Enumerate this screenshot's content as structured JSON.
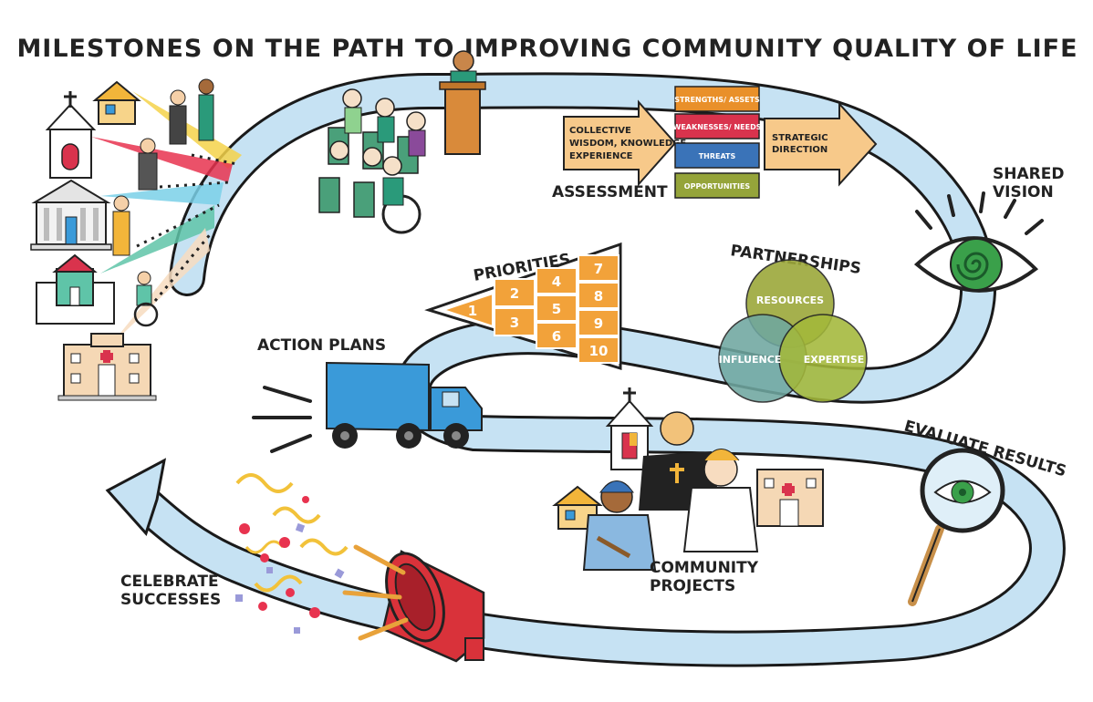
{
  "title": "MILESTONES ON THE PATH  TO IMPROVING COMMUNITY QUALITY OF LIFE",
  "colors": {
    "path": "#c6e2f3",
    "path_outline": "#1a1a1a",
    "arrow_orange": "#f7c98a",
    "priorities_orange": "#f2a23a",
    "resources_green": "#9ca83a",
    "influence_teal": "#6fa7a0",
    "expertise_green": "#a3b83a",
    "strengths": "#e9902a",
    "weaknesses": "#d9334d",
    "threats": "#3a73b8",
    "opportunities": "#95a43a",
    "truck_blue": "#3a9ad9",
    "megaphone_red": "#d9323a"
  },
  "milestones": {
    "assessment": {
      "label": "ASSESSMENT",
      "input_arrow": [
        "COLLECTIVE",
        "WISDOM, KNOWLEDGE",
        "EXPERIENCE"
      ],
      "swot": [
        "STRENGTHS/ ASSETS",
        "WEAKNESSES/ NEEDS",
        "THREATS",
        "OPPORTUNITIES"
      ],
      "output_arrow": [
        "STRATEGIC",
        "DIRECTION"
      ]
    },
    "shared_vision": [
      "SHARED",
      "VISION"
    ],
    "priorities": {
      "label": "PRIORITIES",
      "numbers": [
        "1",
        "2",
        "3",
        "4",
        "5",
        "6",
        "7",
        "8",
        "9",
        "10"
      ]
    },
    "partnerships": {
      "label": "PARTNERSHIPS",
      "circles": [
        "RESOURCES",
        "INFLUENCE",
        "EXPERTISE"
      ]
    },
    "action_plans": "ACTION PLANS",
    "evaluate_results": "EVALUATE RESULTS",
    "community_projects": [
      "COMMUNITY",
      "PROJECTS"
    ],
    "celebrate_successes": [
      "CELEBRATE",
      "SUCCESSES"
    ]
  },
  "icons": [
    "church-icon",
    "house-icon",
    "government-building-icon",
    "school-icon",
    "hospital-icon",
    "audience-icon",
    "speaker-podium-icon",
    "eye-icon",
    "truck-icon",
    "magnifying-glass-icon",
    "megaphone-icon",
    "confetti-icon",
    "workers-icon"
  ]
}
